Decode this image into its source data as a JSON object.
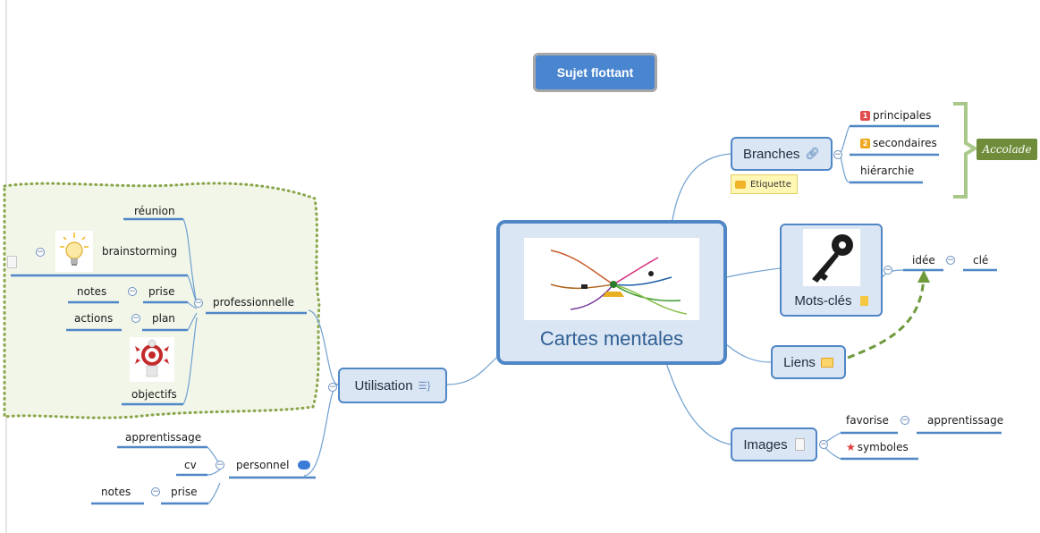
{
  "floating_topic": "Sujet flottant",
  "central": {
    "title": "Cartes mentales"
  },
  "right": {
    "branches": {
      "label": "Branches",
      "children": [
        "principales",
        "secondaires",
        "hiérarchie"
      ],
      "badges": [
        "1",
        "2"
      ],
      "tag": "Etiquette",
      "brace_label": "Accolade"
    },
    "keywords": {
      "label": "Mots-clés",
      "children": [
        "idée",
        "clé"
      ]
    },
    "links": {
      "label": "Liens"
    },
    "images": {
      "label": "Images",
      "children": [
        "favorise",
        "apprentissage",
        "symboles"
      ]
    }
  },
  "left": {
    "utilisation": {
      "label": "Utilisation"
    },
    "professionnelle": {
      "label": "professionnelle",
      "items": [
        "réunion",
        "brainstorming",
        "notes",
        "prise",
        "actions",
        "plan",
        "objectifs"
      ]
    },
    "personnel": {
      "label": "personnel",
      "items": [
        "apprentissage",
        "cv",
        "notes",
        "prise"
      ]
    }
  },
  "colors": {
    "node_fill": "#dbe6f4",
    "node_border": "#4f86c6",
    "floating_fill": "#4a86d0",
    "boundary_fill": "#f2f6e9",
    "boundary_border": "#8aa64a",
    "link_arrow": "#6e9a3c",
    "brace": "#a9c98a",
    "brace_label_fill": "#6f8c3a"
  }
}
